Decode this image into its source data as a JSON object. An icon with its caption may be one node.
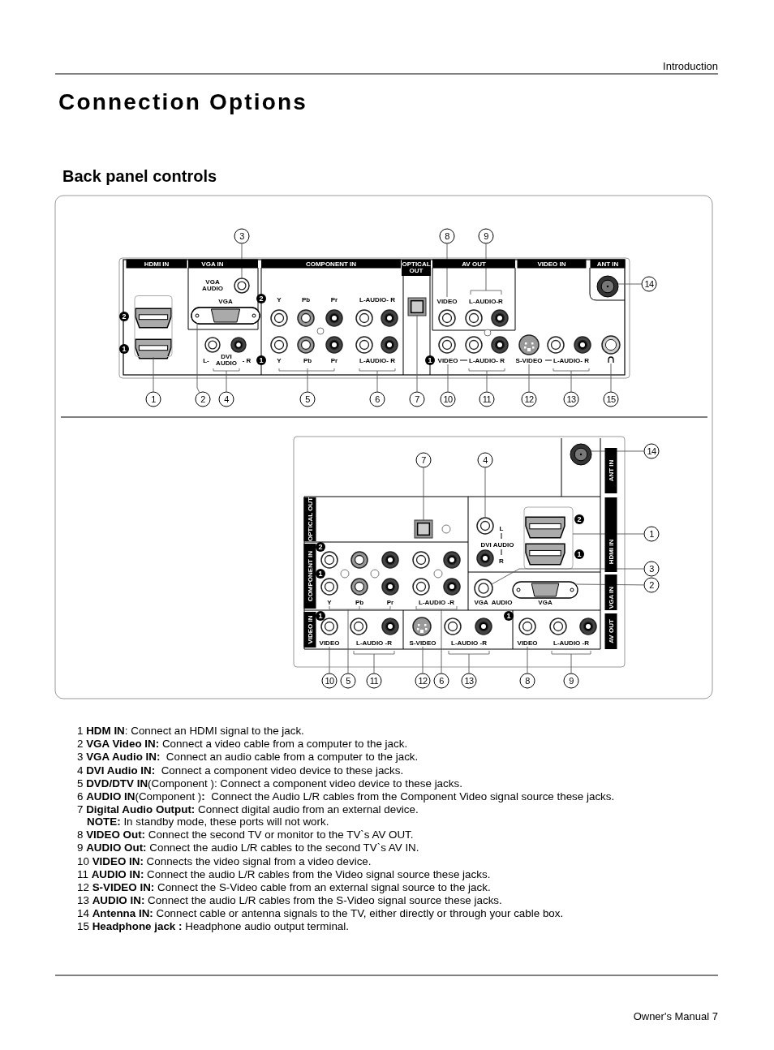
{
  "diagram": {
    "title": "Connection Options",
    "nodes": [
      {
        "text": [
          "3"
        ]
      },
      {
        "text": [
          "8"
        ]
      },
      {
        "text": [
          "9"
        ]
      },
      {
        "text": [
          "14"
        ]
      },
      {
        "text": [
          "1"
        ]
      },
      {
        "text": [
          "2"
        ]
      },
      {
        "text": [
          "4"
        ]
      },
      {
        "text": [
          "5"
        ]
      },
      {
        "text": [
          "6"
        ]
      },
      {
        "text": [
          "7"
        ]
      },
      {
        "text": [
          "10"
        ]
      },
      {
        "text": [
          "11"
        ]
      },
      {
        "text": [
          "12"
        ]
      },
      {
        "text": [
          "13"
        ]
      },
      {
        "text": [
          "15"
        ]
      },
      {
        "text": [
          "7"
        ]
      },
      {
        "text": [
          "4"
        ]
      },
      {
        "text": [
          "14"
        ]
      },
      {
        "text": [
          "1"
        ]
      },
      {
        "text": [
          "3"
        ]
      },
      {
        "text": [
          "2"
        ]
      },
      {
        "text": [
          "10"
        ]
      },
      {
        "text": [
          "5"
        ]
      },
      {
        "text": [
          "11"
        ]
      },
      {
        "text": [
          "12"
        ]
      },
      {
        "text": [
          "6"
        ]
      },
      {
        "text": [
          "13"
        ]
      },
      {
        "text": [
          "8"
        ]
      },
      {
        "text": [
          "9"
        ]
      },
      {
        "text": [],
        "shape": "circle"
      },
      {
        "text": [
          "VIDEO"
        ]
      },
      {
        "text": [],
        "shape": "bracket"
      },
      {
        "text": [],
        "shape": "circle"
      },
      {
        "text": [],
        "shape": "box"
      },
      {
        "text": [],
        "shape": "picture"
      },
      {
        "text": [],
        "shape": "bracket"
      },
      {
        "text": [],
        "shape": "bracket"
      },
      {
        "text": [],
        "shape": "bracket"
      },
      {
        "text": [],
        "shape": "box"
      },
      {
        "text": [
          "VIDEO"
        ]
      },
      {
        "text": [],
        "shape": "bracket"
      },
      {
        "text": [
          "S-VIDEO"
        ]
      },
      {
        "text": [],
        "shape": "bracket"
      },
      {
        "text": [],
        "shape": "picture"
      },
      {
        "text": [],
        "shape": "box"
      },
      {
        "text": [],
        "shape": "circle"
      },
      {
        "text": [],
        "shape": "circle"
      },
      {
        "text": [],
        "shape": "box"
      },
      {
        "text": [],
        "shape": "circle"
      },
      {
        "text": [],
        "shape": "picture"
      },
      {
        "text": [
          "VIDEO"
        ]
      },
      {
        "text": [],
        "shape": "bracket"
      },
      {
        "text": [],
        "shape": "bracket"
      },
      {
        "text": [
          "S-VIDEO"
        ]
      },
      {
        "text": [],
        "shape": "bracket"
      },
      {
        "text": [],
        "shape": "bracket"
      },
      {
        "text": [
          "VIDEO"
        ]
      },
      {
        "text": [],
        "shape": "bracket"
      }
    ],
    "edges": [
      {
        "from": 0,
        "to": 29,
        "arrow": "none"
      },
      {
        "from": 1,
        "to": 30,
        "arrow": "none"
      },
      {
        "from": 2,
        "to": 31,
        "arrow": "none"
      },
      {
        "from": 3,
        "to": 32,
        "arrow": "none"
      },
      {
        "from": 4,
        "to": 33,
        "arrow": "none"
      },
      {
        "from": 5,
        "to": 34,
        "arrow": "none"
      },
      {
        "from": 6,
        "to": 35,
        "arrow": "none"
      },
      {
        "from": 7,
        "to": 36,
        "arrow": "none"
      },
      {
        "from": 8,
        "to": 37,
        "arrow": "none"
      },
      {
        "from": 9,
        "to": 38,
        "arrow": "none"
      },
      {
        "from": 10,
        "to": 39,
        "arrow": "none"
      },
      {
        "from": 11,
        "to": 40,
        "arrow": "none"
      },
      {
        "from": 12,
        "to": 41,
        "arrow": "none"
      },
      {
        "from": 13,
        "to": 42,
        "arrow": "none"
      },
      {
        "from": 14,
        "to": 43,
        "arrow": "none"
      },
      {
        "from": 15,
        "to": 44,
        "arrow": "none"
      },
      {
        "from": 16,
        "to": 45,
        "arrow": "none"
      },
      {
        "from": 17,
        "to": 46,
        "arrow": "none"
      },
      {
        "from": 18,
        "to": 47,
        "arrow": "none"
      },
      {
        "from": 19,
        "to": 48,
        "arrow": "none"
      },
      {
        "from": 20,
        "to": 49,
        "arrow": "none"
      },
      {
        "from": 21,
        "to": 50,
        "arrow": "none"
      },
      {
        "from": 22,
        "to": 51,
        "arrow": "none"
      },
      {
        "from": 23,
        "to": 52,
        "arrow": "none"
      },
      {
        "from": 24,
        "to": 53,
        "arrow": "none"
      },
      {
        "from": 25,
        "to": 54,
        "arrow": "none"
      },
      {
        "from": 26,
        "to": 55,
        "arrow": "none"
      },
      {
        "from": 27,
        "to": 56,
        "arrow": "none"
      },
      {
        "from": 28,
        "to": 57,
        "arrow": "none"
      }
    ],
    "labels": [
      "Introduction",
      "Back panel controls",
      "HDMI IN",
      "VGA IN",
      "COMPONENT IN",
      "OPTICAL OUT",
      "AV OUT",
      "VIDEO IN",
      "ANT IN",
      "VGA AUDIO",
      "VGA",
      "2",
      "Y",
      "Pb",
      "Pr",
      "L-AUDIO- R",
      "L-AUDIO-R",
      "2",
      "1",
      "L-",
      "DVI AUDIO",
      "- R",
      "1",
      "Y",
      "Pb",
      "Pr",
      "L-AUDIO- R",
      "1",
      "L-AUDIO- R",
      "L-AUDIO- R",
      "ANT IN",
      "OPTICAL OUT",
      "HDMI IN",
      "L",
      "2",
      "2",
      "DVI AUDIO",
      "R",
      "1",
      "1",
      "COMPONENT IN",
      "VGA IN",
      "Y",
      "Pb",
      "Pr",
      "L-AUDIO -R",
      "VGA  AUDIO",
      "VGA",
      "VIDEO IN",
      "1",
      "1",
      "AV OUT",
      "L-AUDIO -R",
      "L-AUDIO -R",
      "L-AUDIO -R",
      "1 **HDM IN**: Connect an HDMI signal to the jack.",
      "2 **VGA Video IN:** Connect a video cable from a computer to the jack.",
      "3 **VGA Audio IN:**  Connect an audio cable from a computer to the jack.",
      "4 **DVI Audio IN:**  Connect a component video device to these jacks.",
      "5 **DVD/DTV IN**(Component ): Connect a component video device to these jacks.",
      "6 **AUDIO IN**(Component )**:**  Connect the Audio L/R cables from the Component Video signal source these jacks.",
      "7 **Digital Audio Output:** Connect digital audio from an external device.",
      "**NOTE:** In standby mode, these ports will not work.",
      "8 **VIDEO Out:** Connect the second TV or monitor to the TV`s AV OUT.",
      "9 **AUDIO Out:** Connect the audio L/R cables to the second TV`s AV IN.",
      "10 **VIDEO IN:** Connects the video signal from a video device.",
      "11 **AUDIO IN:** Connect the audio L/R cables from the Video signal source these jacks.",
      "12 **S-VIDEO IN:** Connect the S-Video cable from an external signal source to the jack.",
      "13 **AUDIO IN:** Connect the audio L/R cables from the S-Video signal source these jacks.",
      "14 **Antenna IN:** Connect cable or antenna signals to the TV, either directly or through your cable box.",
      "15 **Headphone jack :** Headphone audio output terminal.",
      "Owner's Manual 7"
    ]
  }
}
